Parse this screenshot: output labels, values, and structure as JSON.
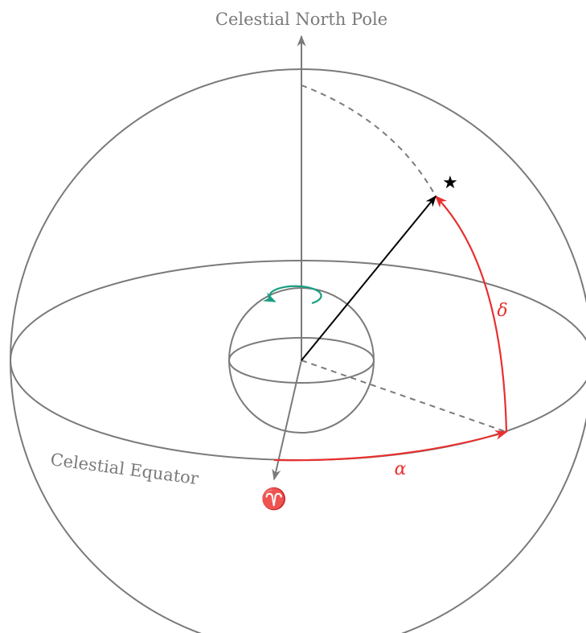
{
  "labels": {
    "north_pole": "Celestial North Pole",
    "equator": "Celestial Equator",
    "vernal_equinox_symbol": "♈",
    "right_ascension": "α",
    "declination": "δ",
    "star_symbol": "★"
  },
  "colors": {
    "structure": "#7a7a7a",
    "label_gray": "#7a7a7a",
    "coordinate_arc": "#e8302f",
    "star_vector": "#000000",
    "rotation_arrow": "#1a9e82"
  },
  "icons": {
    "star": "star-icon",
    "vernal_equinox": "aries-icon",
    "rotation": "rotation-arrow-icon"
  }
}
